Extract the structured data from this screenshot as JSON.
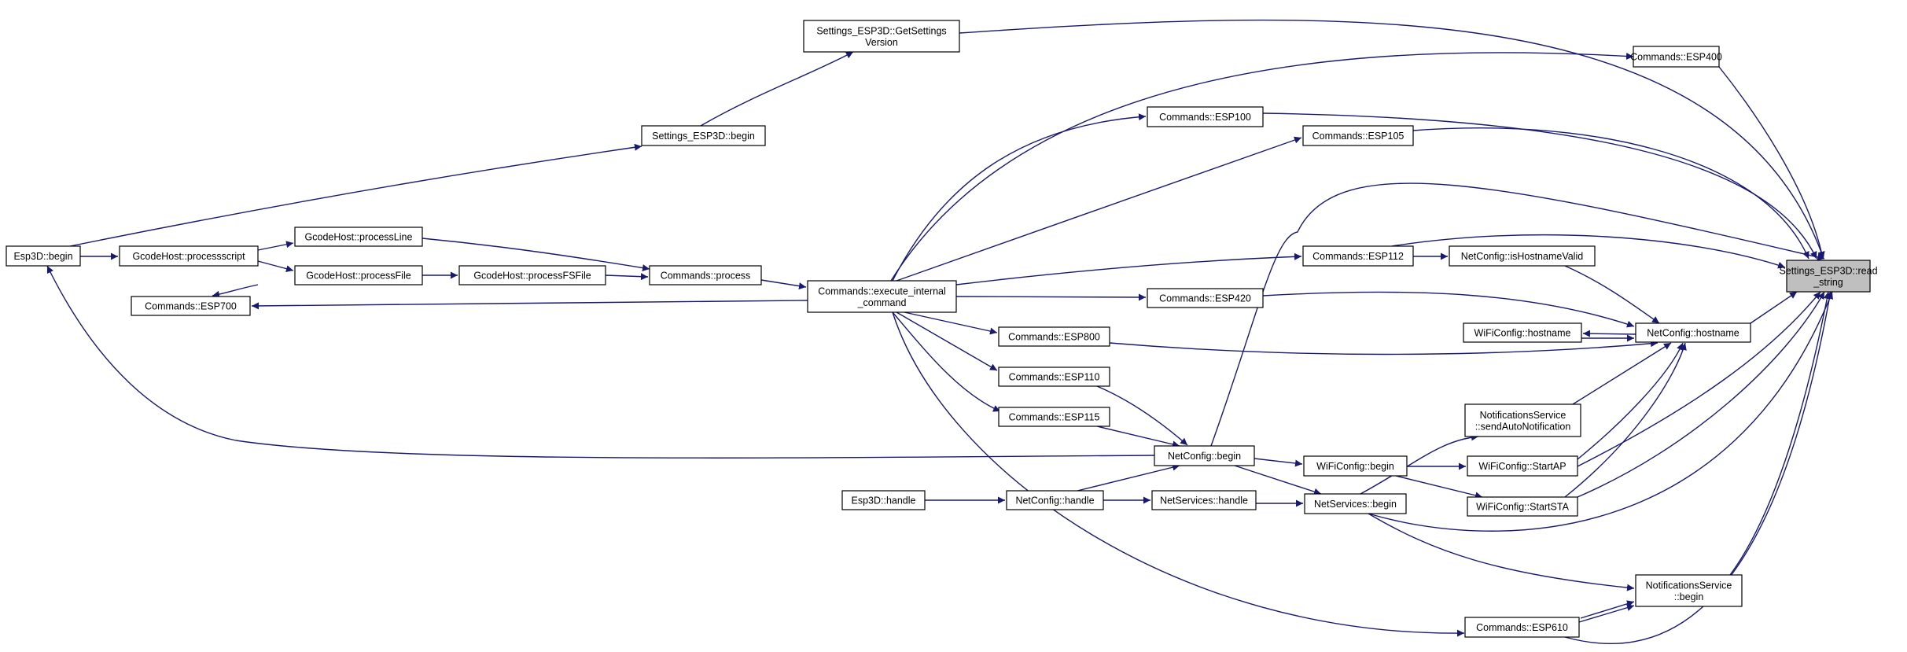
{
  "nodes": [
    {
      "id": "read_string",
      "lines": [
        "Settings_ESP3D::read",
        "_string"
      ],
      "root": true
    },
    {
      "id": "esp3d_begin",
      "lines": [
        "Esp3D::begin"
      ]
    },
    {
      "id": "processscript",
      "lines": [
        "GcodeHost::processscript"
      ]
    },
    {
      "id": "processLine",
      "lines": [
        "GcodeHost::processLine"
      ]
    },
    {
      "id": "processFile",
      "lines": [
        "GcodeHost::processFile"
      ]
    },
    {
      "id": "processFSFile",
      "lines": [
        "GcodeHost::processFSFile"
      ]
    },
    {
      "id": "esp700",
      "lines": [
        "Commands::ESP700"
      ]
    },
    {
      "id": "settings_begin",
      "lines": [
        "Settings_ESP3D::begin"
      ]
    },
    {
      "id": "getsettingsversion",
      "lines": [
        "Settings_ESP3D::GetSettings",
        "Version"
      ]
    },
    {
      "id": "cmd_process",
      "lines": [
        "Commands::process"
      ]
    },
    {
      "id": "exec_internal",
      "lines": [
        "Commands::execute_internal",
        "_command"
      ]
    },
    {
      "id": "esp3d_handle",
      "lines": [
        "Esp3D::handle"
      ]
    },
    {
      "id": "esp100",
      "lines": [
        "Commands::ESP100"
      ]
    },
    {
      "id": "esp800",
      "lines": [
        "Commands::ESP800"
      ]
    },
    {
      "id": "esp110",
      "lines": [
        "Commands::ESP110"
      ]
    },
    {
      "id": "esp115",
      "lines": [
        "Commands::ESP115"
      ]
    },
    {
      "id": "netconfig_begin",
      "lines": [
        "NetConfig::begin"
      ]
    },
    {
      "id": "netconfig_handle",
      "lines": [
        "NetConfig::handle"
      ]
    },
    {
      "id": "netservices_handle",
      "lines": [
        "NetServices::handle"
      ]
    },
    {
      "id": "esp105",
      "lines": [
        "Commands::ESP105"
      ]
    },
    {
      "id": "esp112",
      "lines": [
        "Commands::ESP112"
      ]
    },
    {
      "id": "esp420",
      "lines": [
        "Commands::ESP420"
      ]
    },
    {
      "id": "wificonfig_begin",
      "lines": [
        "WiFiConfig::begin"
      ]
    },
    {
      "id": "netservices_begin",
      "lines": [
        "NetServices::begin"
      ]
    },
    {
      "id": "is_hostname_valid",
      "lines": [
        "NetConfig::isHostnameValid"
      ]
    },
    {
      "id": "wifi_hostname",
      "lines": [
        "WiFiConfig::hostname"
      ]
    },
    {
      "id": "send_auto_notif",
      "lines": [
        "NotificationsService",
        "::sendAutoNotification"
      ]
    },
    {
      "id": "start_ap",
      "lines": [
        "WiFiConfig::StartAP"
      ]
    },
    {
      "id": "start_sta",
      "lines": [
        "WiFiConfig::StartSTA"
      ]
    },
    {
      "id": "esp610",
      "lines": [
        "Commands::ESP610"
      ]
    },
    {
      "id": "net_hostname",
      "lines": [
        "NetConfig::hostname"
      ]
    },
    {
      "id": "esp400",
      "lines": [
        "Commands::ESP400"
      ]
    },
    {
      "id": "notif_begin",
      "lines": [
        "NotificationsService",
        "::begin"
      ]
    }
  ],
  "edge_color": "#191970",
  "arrowhead": "filled"
}
